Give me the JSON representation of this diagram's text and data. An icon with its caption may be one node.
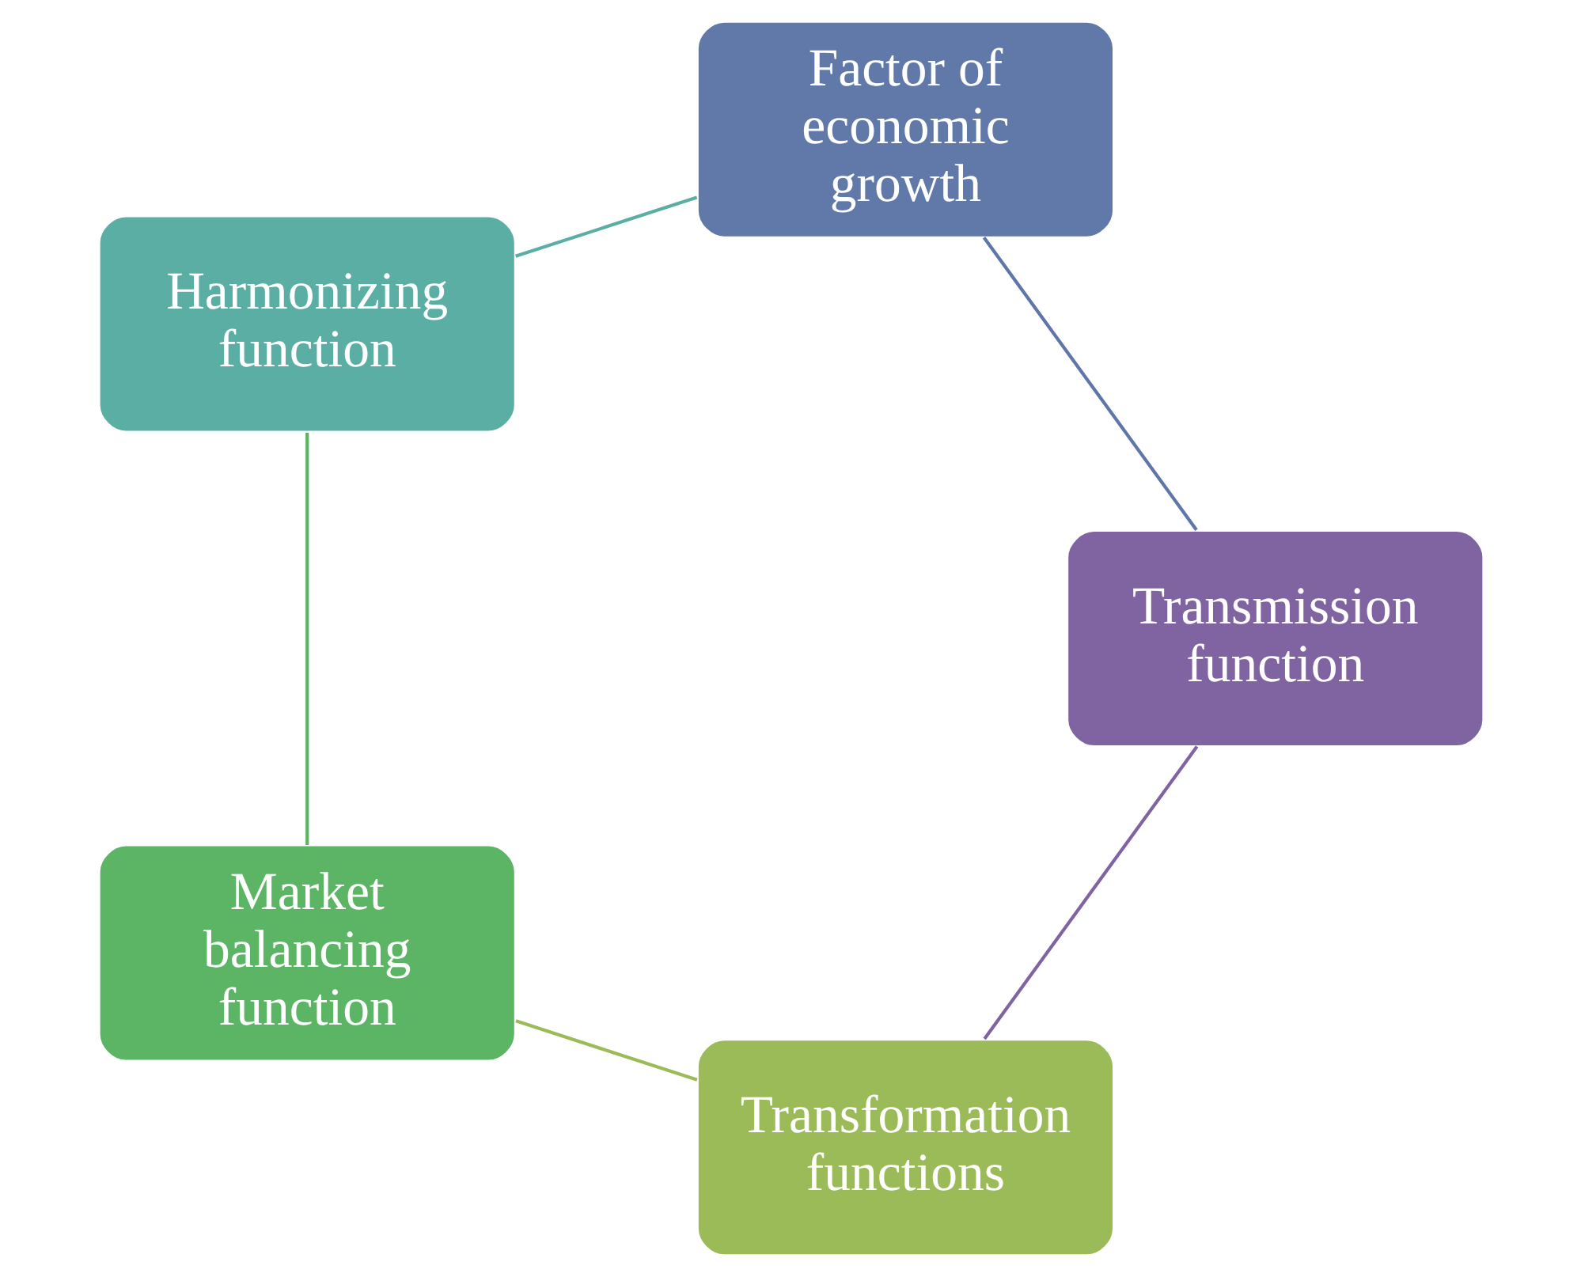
{
  "diagram": {
    "nodes": [
      {
        "text": [
          "Transformation functions"
        ]
      },
      {
        "text": [
          "Transmission function"
        ]
      },
      {
        "text": [
          "Market balancing function"
        ]
      },
      {
        "text": [
          "Factor of economic growth"
        ]
      },
      {
        "text": [
          "Harmonizing function"
        ]
      }
    ],
    "edges": [
      {
        "from": 0,
        "to": 2,
        "arrow": "none",
        "color": "#9bbb59"
      },
      {
        "from": 2,
        "to": 4,
        "arrow": "none",
        "color": "#5cb564"
      },
      {
        "from": 4,
        "to": 3,
        "arrow": "none",
        "color": "#5aaea3"
      },
      {
        "from": 3,
        "to": 1,
        "arrow": "none",
        "color": "#5f77a8"
      },
      {
        "from": 1,
        "to": 0,
        "arrow": "none",
        "color": "#8064a2"
      }
    ]
  }
}
